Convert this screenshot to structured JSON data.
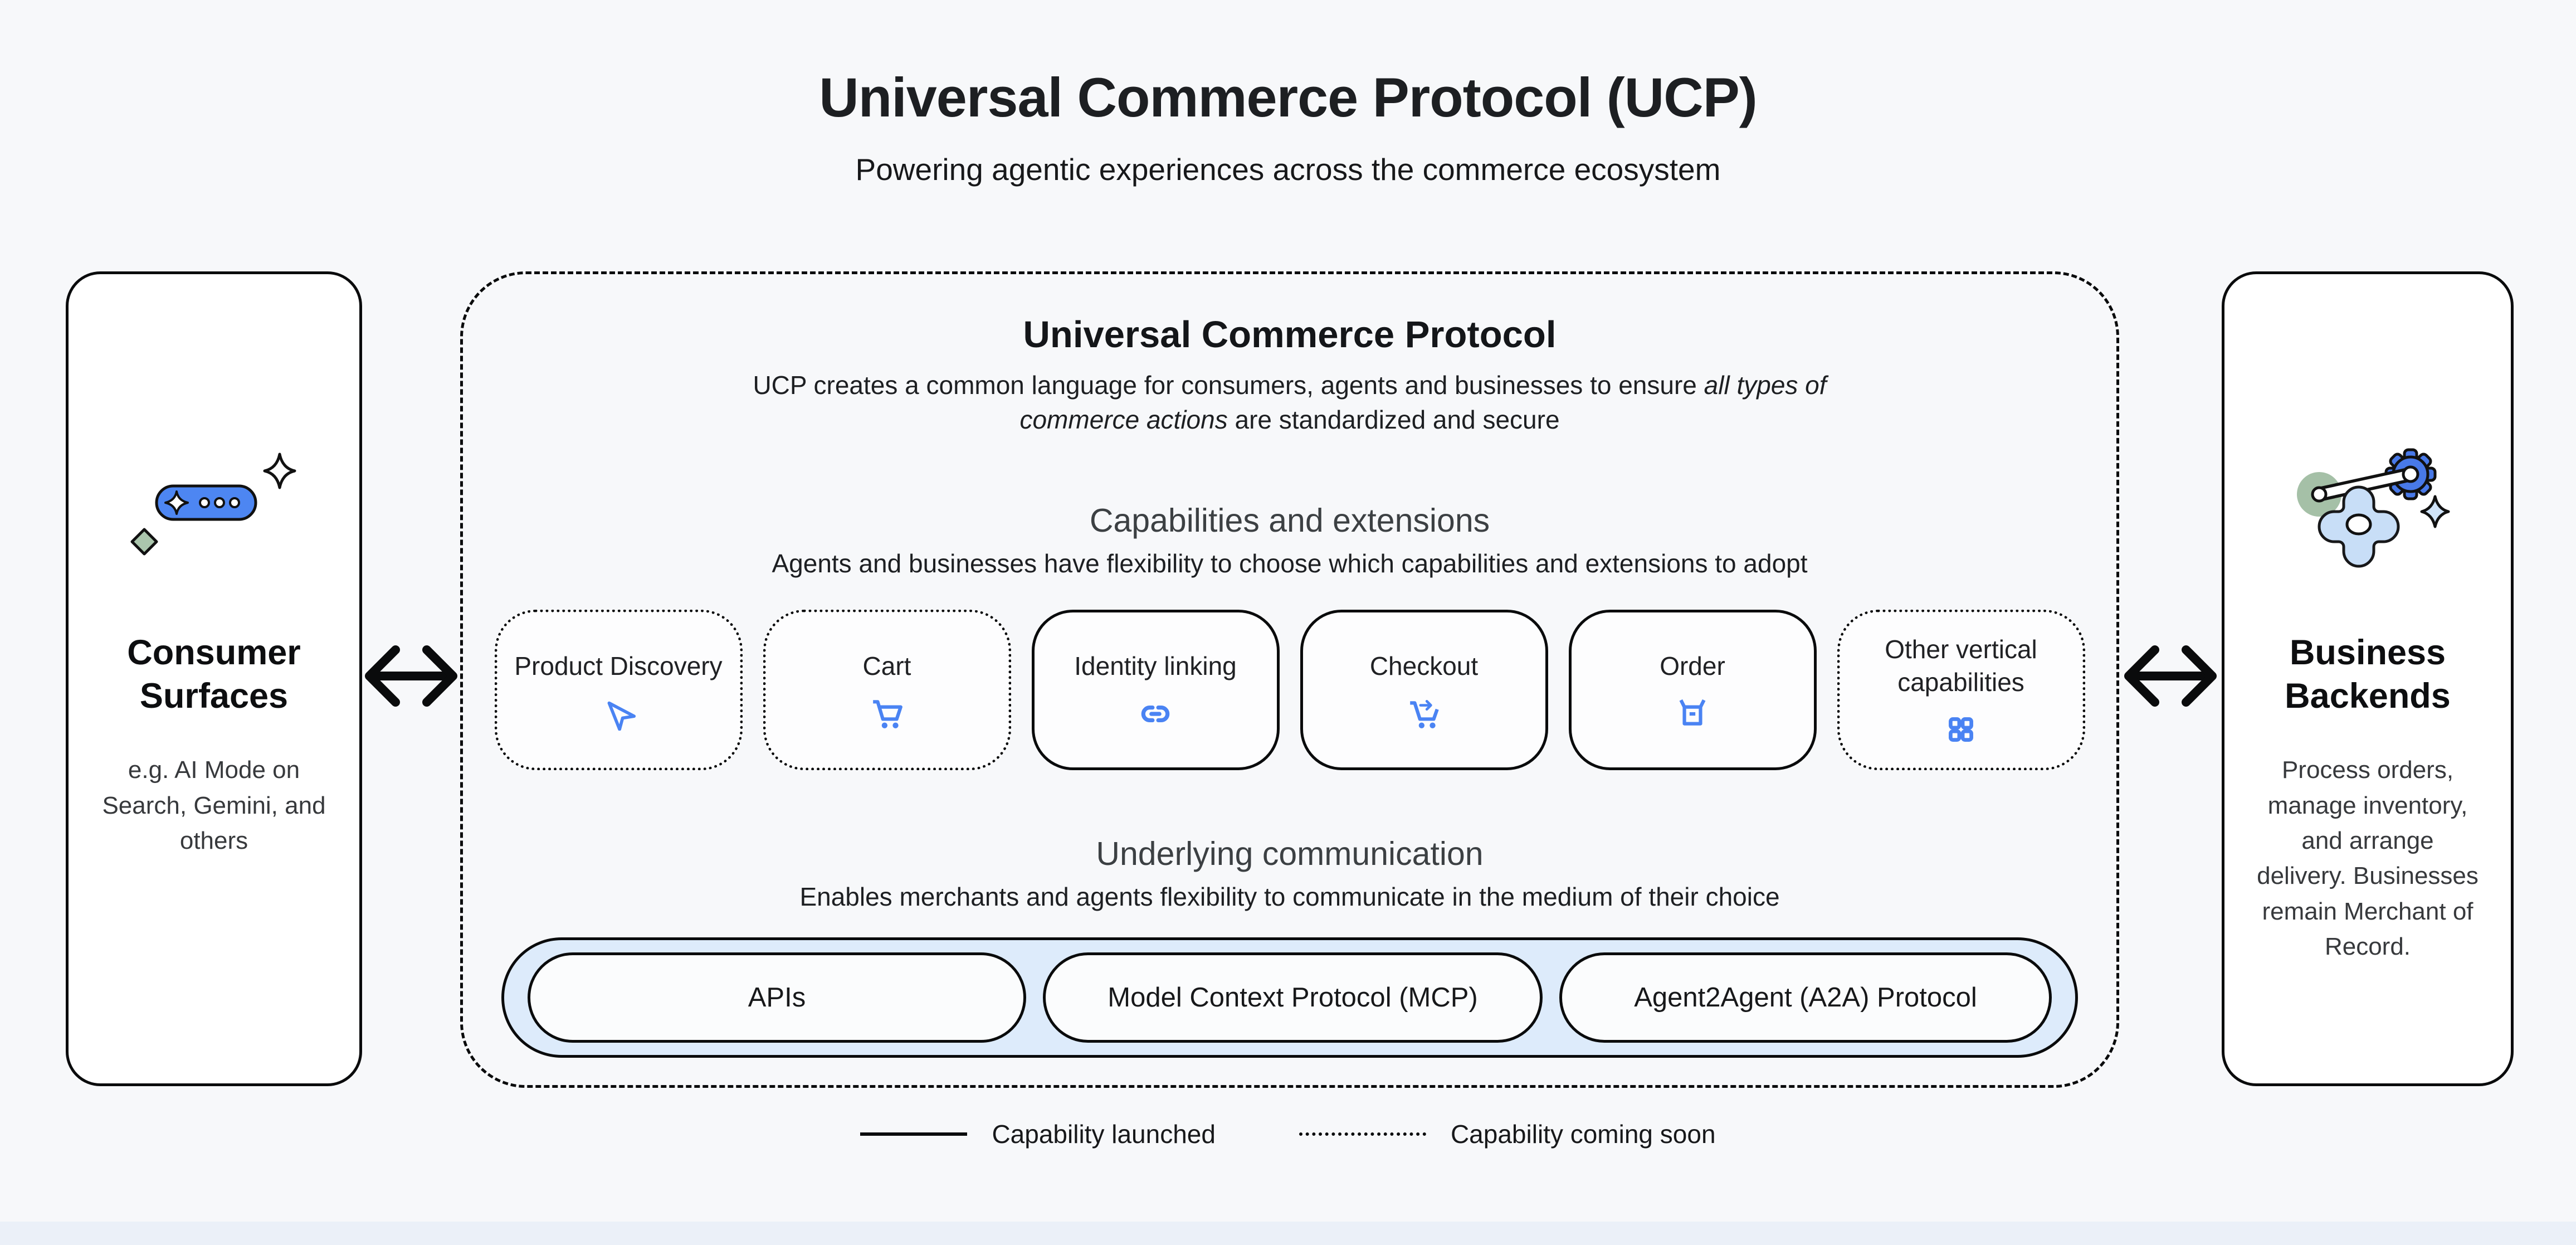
{
  "page": {
    "title": "Universal Commerce Protocol (UCP)",
    "subtitle": "Powering agentic experiences across the commerce ecosystem"
  },
  "left": {
    "title": "Consumer Surfaces",
    "description": "e.g. AI Mode on Search, Gemini, and others",
    "icon": "ai-chat-pill-icon"
  },
  "center": {
    "title": "Universal Commerce Protocol",
    "desc": {
      "line1_text": "UCP creates a common language for consumers, agents and businesses to ensure ",
      "line1_italic": "all types of",
      "line2_italic": "commerce actions",
      "line2_text": " are standardized and secure"
    },
    "capabilities": {
      "title": "Capabilities and extensions",
      "subtitle": "Agents and businesses have flexibility to choose which capabilities and extensions to adopt",
      "cards": [
        {
          "label": "Product Discovery",
          "icon": "navigation-arrow-icon",
          "status": "coming-soon"
        },
        {
          "label": "Cart",
          "icon": "shopping-cart-icon",
          "status": "coming-soon"
        },
        {
          "label": "Identity linking",
          "icon": "link-icon",
          "status": "launched"
        },
        {
          "label": "Checkout",
          "icon": "cart-checkout-icon",
          "status": "launched"
        },
        {
          "label": "Order",
          "icon": "open-box-icon",
          "status": "launched"
        },
        {
          "label": "Other vertical capabilities",
          "icon": "grid-icon",
          "status": "coming-soon"
        }
      ]
    },
    "communication": {
      "title": "Underlying communication",
      "subtitle": "Enables merchants and agents flexibility to communicate in the medium of their choice",
      "protocols": [
        {
          "label": "APIs"
        },
        {
          "label": "Model Context Protocol (MCP)"
        },
        {
          "label": "Agent2Agent (A2A) Protocol"
        }
      ]
    }
  },
  "right": {
    "title": "Business Backends",
    "description": "Process orders, manage inventory, and arrange delivery. Businesses remain Merchant of Record.",
    "icon": "gears-icon"
  },
  "legend": {
    "launched": "Capability launched",
    "coming_soon": "Capability coming soon"
  },
  "colors": {
    "background": "#f7f8fa",
    "accent_blue": "#4a83f3",
    "pill_blue": "#4d86f2",
    "light_blue_fill": "#ddebfb",
    "sage_green": "#abc6ad",
    "heading_gray": "#3c4043",
    "border_black": "#0a0b0c"
  }
}
